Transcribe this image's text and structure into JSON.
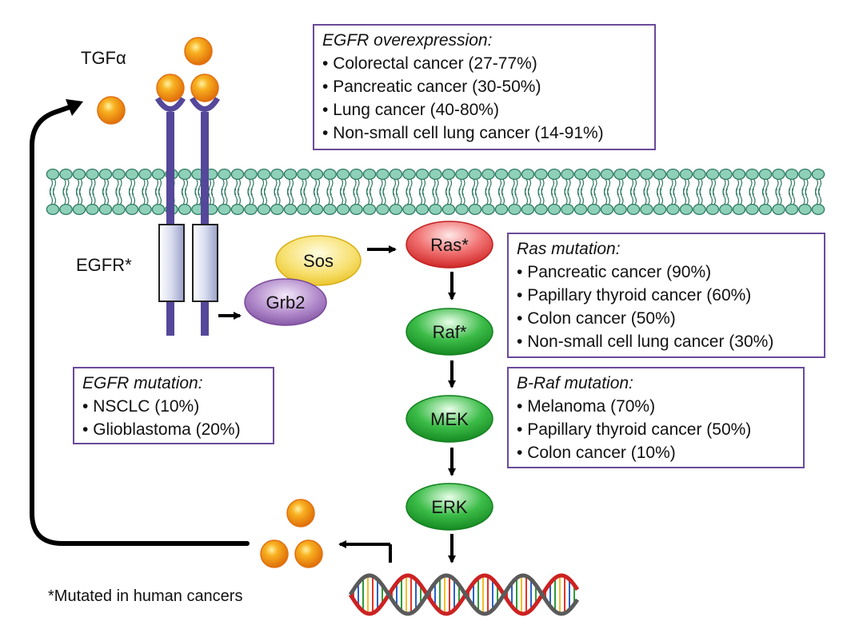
{
  "labels": {
    "ligand": "TGFα",
    "receptor": "EGFR*",
    "footnote": "*Mutated in human cancers"
  },
  "nodes": {
    "sos": "Sos",
    "grb2": "Grb2",
    "ras": "Ras*",
    "raf": "Raf*",
    "mek": "MEK",
    "erk": "ERK"
  },
  "boxes": {
    "overexpression": {
      "title": "EGFR overexpression:",
      "items": [
        "Colorectal cancer (27-77%)",
        "Pancreatic cancer (30-50%)",
        "Lung cancer (40-80%)",
        "Non-small cell lung cancer (14-91%)"
      ]
    },
    "ras": {
      "title": "Ras mutation:",
      "items": [
        "Pancreatic cancer (90%)",
        "Papillary thyroid cancer (60%)",
        "Colon cancer (50%)",
        "Non-small cell lung cancer (30%)"
      ]
    },
    "braf": {
      "title": "B-Raf mutation:",
      "items": [
        "Melanoma (70%)",
        "Papillary thyroid cancer (50%)",
        "Colon cancer (10%)"
      ]
    },
    "egfr": {
      "title": "EGFR mutation:",
      "items": [
        "NSCLC (10%)",
        "Glioblastoma (20%)"
      ]
    }
  },
  "colors": {
    "receptor": "#55479a",
    "lipid_head": "#8fd0b8",
    "ras": "#e85a5a",
    "kinase": "#23a032",
    "sos": "#f3d63c",
    "grb2": "#9a6cb4",
    "ligand": "#f08a14",
    "box_border": "#6a4a9a"
  }
}
